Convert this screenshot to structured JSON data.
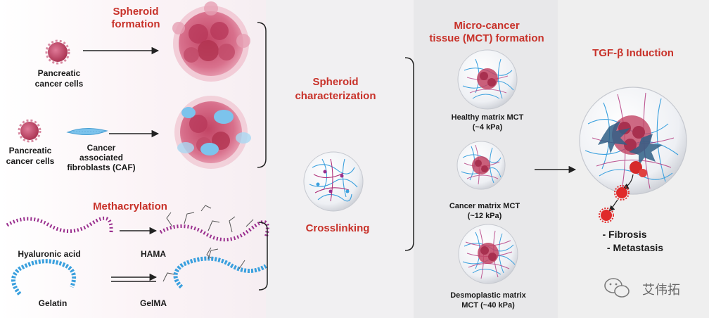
{
  "colors": {
    "accent_red": "#c8322a",
    "panel1_bg": "#fbf3f6",
    "panel2_bg": "#f1f0f2",
    "panel3_bg": "#e7e7e9",
    "panel4_bg": "#efefef",
    "cell_red": "#c2416a",
    "fibroblast_blue": "#5fb3e6",
    "hama_magenta": "#9a2f8e",
    "gelatin_blue": "#3aa0de"
  },
  "spheroid_formation": {
    "title_line1": "Spheroid",
    "title_line2": "formation",
    "row1_cell_label_line1": "Pancreatic",
    "row1_cell_label_line2": "cancer cells",
    "row2_cell_label_line1": "Pancreatic",
    "row2_cell_label_line2": "cancer cells",
    "caf_label_line1": "Cancer",
    "caf_label_line2": "associated",
    "caf_label_line3": "fibroblasts (CAF)"
  },
  "methacrylation": {
    "title": "Methacrylation",
    "hyaluronic_label": "Hyaluronic acid",
    "hama_label": "HAMA",
    "gelatin_label": "Gelatin",
    "gelma_label": "GelMA"
  },
  "characterization": {
    "title_line1": "Spheroid",
    "title_line2": "characterization",
    "crosslinking_label": "Crosslinking"
  },
  "mct": {
    "title_line1": "Micro-cancer",
    "title_line2": "tissue (MCT) formation",
    "items": [
      {
        "label_line1": "Healthy matrix MCT",
        "label_line2": "(~4 kPa)"
      },
      {
        "label_line1": "Cancer matrix MCT",
        "label_line2": "(~12 kPa)"
      },
      {
        "label_line1": "Desmoplastic matrix",
        "label_line2": "MCT (~40 kPa)"
      }
    ]
  },
  "tgf": {
    "title": "TGF-β Induction",
    "outcome1": "- Fibrosis",
    "outcome2": "- Metastasis"
  },
  "watermark": {
    "text": "艾伟拓",
    "icon": "wechat-icon"
  }
}
